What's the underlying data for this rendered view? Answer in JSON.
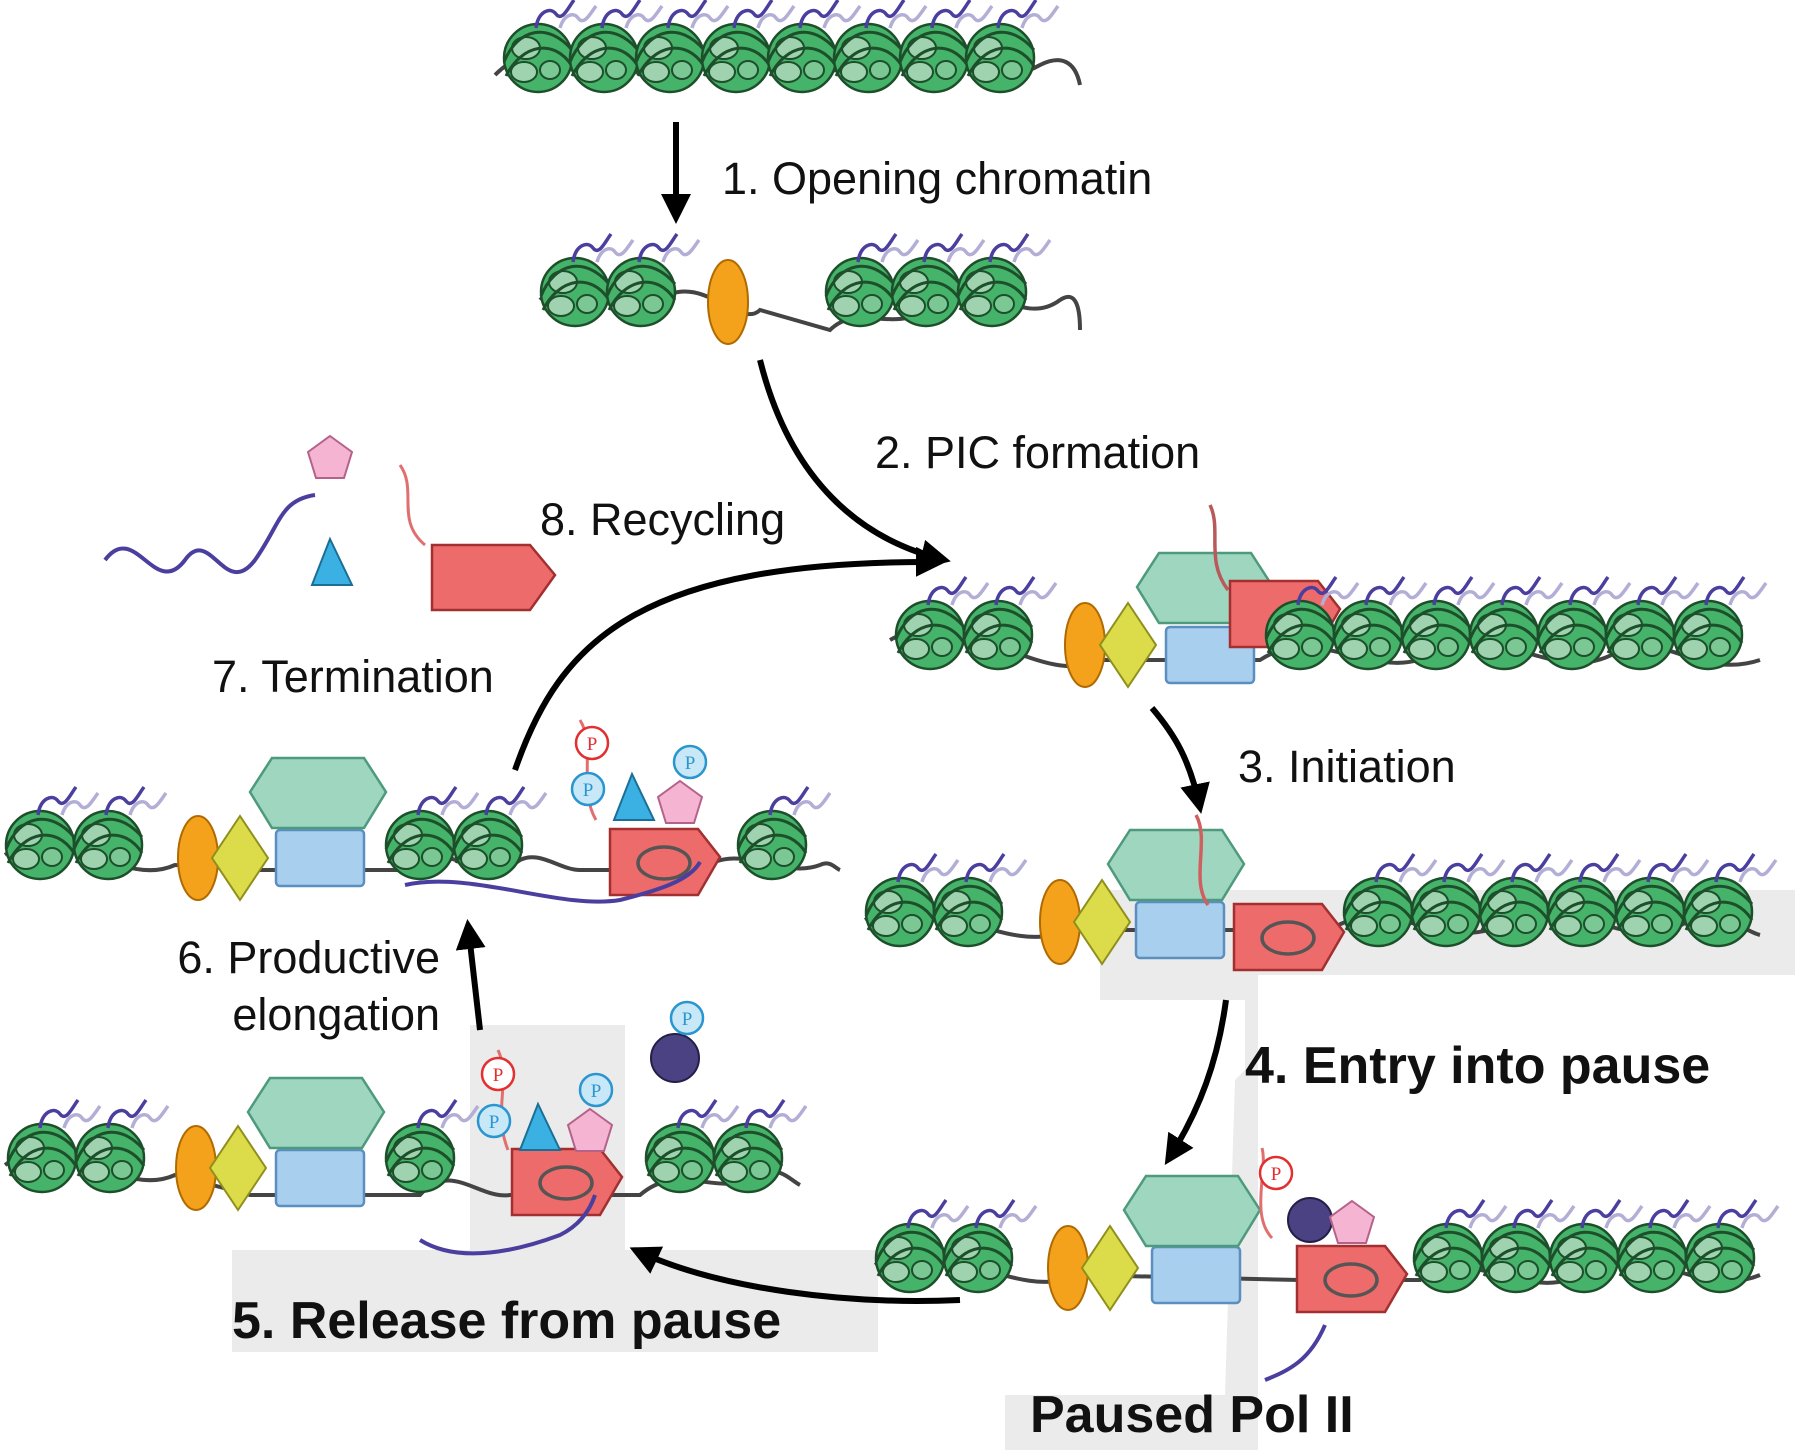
{
  "steps": {
    "s1": "1. Opening chromatin",
    "s2": "2. PIC formation",
    "s3": "3. Initiation",
    "s4": "4. Entry into pause",
    "s5": "5. Release from pause",
    "s6a": "6. Productive",
    "s6b": "elongation",
    "s7": "7. Termination",
    "s8": "8. Recycling",
    "paused": "Paused Pol II"
  },
  "phospho_label": "P",
  "colors": {
    "nucleosome": "#46b36a",
    "nucleosome_light": "#9fd3b0",
    "tbp_orange": "#f4a21c",
    "yellow_factor": "#dcdc4a",
    "green_factor": "#9fd6bf",
    "blue_factor": "#a9cfee",
    "pol2_red": "#ee6b6b",
    "rna_blue": "#4a3f9e",
    "cyan_triangle": "#3ab1e2",
    "pink_pentagon": "#f5b4d2",
    "dark_ball": "#4a4282",
    "phospho_red": "#e23030",
    "phospho_blue": "#2a96cf",
    "highlight_gray": "#ebebeb"
  }
}
